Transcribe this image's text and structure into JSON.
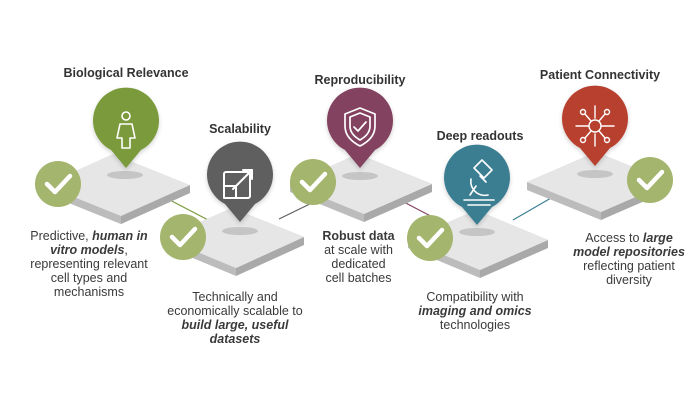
{
  "colors": {
    "green": "#7a9a3a",
    "gray": "#5e5e5e",
    "purple": "#83435f",
    "teal": "#3b7e92",
    "red": "#b8412f",
    "check_green": "#a4b56e",
    "platform_top": "#e5e5e5",
    "platform_side": "#c4c4c4"
  },
  "steps": [
    {
      "title": "Biological Relevance",
      "icon": "person-icon",
      "description": {
        "line1_plain": "Predictive, ",
        "line1_bold": "human in",
        "line2_bold": "vitro models",
        "line2_plain": ",",
        "line3": "representing relevant",
        "line4": "cell types and",
        "line5": "mechanisms"
      }
    },
    {
      "title": "Scalability",
      "icon": "expand-arrow-icon",
      "description": {
        "line1": "Technically and",
        "line2": "economically scalable to",
        "line3_bold": "build large, useful",
        "line4_bold": "datasets"
      }
    },
    {
      "title": "Reproducibility",
      "icon": "shield-check-icon",
      "description": {
        "line1_bold": "Robust data",
        "line2": "at scale with",
        "line3": "dedicated",
        "line4": "cell batches"
      }
    },
    {
      "title": "Deep readouts",
      "icon": "microscope-icon",
      "description": {
        "line1": "Compatibility with",
        "line2_bold": "imaging and omics",
        "line3": "technologies"
      }
    },
    {
      "title": "Patient Connectivity",
      "icon": "network-people-icon",
      "description": {
        "line1_plain": "Access to ",
        "line1_bold": "large",
        "line2_bold": "model repositories",
        "line3": "reflecting patient",
        "line4": "diversity"
      }
    }
  ]
}
